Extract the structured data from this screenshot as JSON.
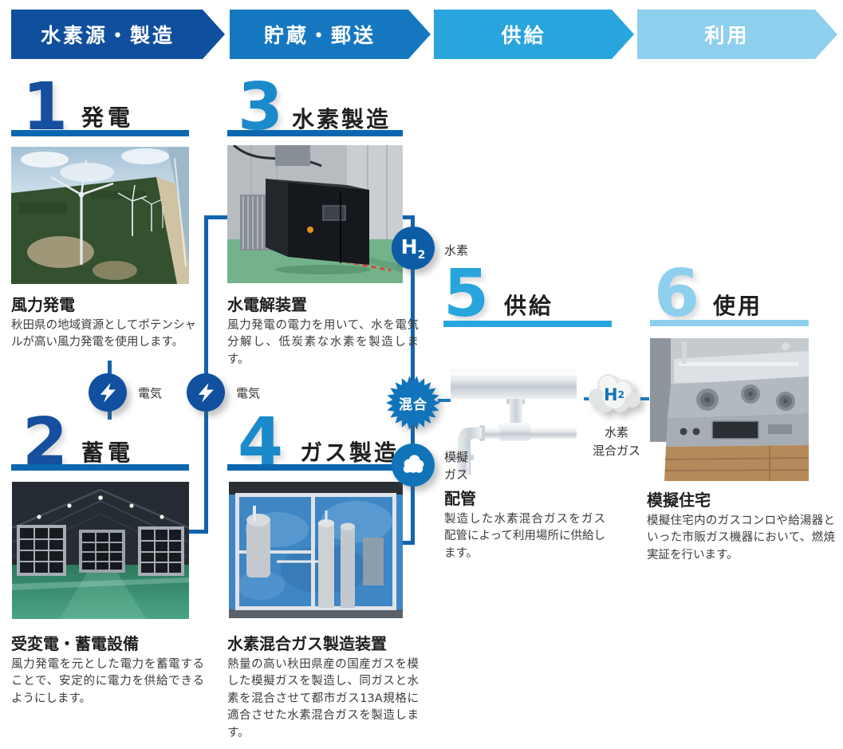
{
  "process_flow": {
    "stages": [
      {
        "label": "水素源・製造",
        "color": "#0f4f9e"
      },
      {
        "label": "貯蔵・郵送",
        "color": "#1677c1"
      },
      {
        "label": "供給",
        "color": "#29a5de"
      },
      {
        "label": "利用",
        "color": "#8ecfee"
      }
    ]
  },
  "steps": [
    {
      "number": "1",
      "title": "発電",
      "subtitle": "風力発電",
      "description": "秋田県の地域資源としてポテンシャルが高い風力発電を使用します。",
      "photo": "wind-farm-photo",
      "accent": "#164f9e"
    },
    {
      "number": "2",
      "title": "蓄電",
      "subtitle": "受変電・蓄電設備",
      "description": "風力発電を元とした電力を蓄電することで、安定的に電力を供給できるようにします。",
      "photo": "battery-storage-photo",
      "accent": "#164f9e"
    },
    {
      "number": "3",
      "title": "水素製造",
      "subtitle": "水電解装置",
      "description": "風力発電の電力を用いて、水を電気分解し、低炭素な水素を製造します。",
      "photo": "electrolyzer-photo",
      "accent": "#1b8aca"
    },
    {
      "number": "4",
      "title": "ガス製造",
      "subtitle": "水素混合ガス製造装置",
      "description": "熱量の高い秋田県産の国産ガスを模した模擬ガスを製造し、同ガスと水素を混合させて都市ガス13A規格に適合させた水素混合ガスを製造します。",
      "photo": "gas-mixing-plant-photo",
      "accent": "#1b8aca"
    },
    {
      "number": "5",
      "title": "供給",
      "subtitle": "配管",
      "description": "製造した水素混合ガスをガス配管によって利用場所に供給します。",
      "photo": "gas-pipe-illustration",
      "accent": "#29a5de"
    },
    {
      "number": "6",
      "title": "使用",
      "subtitle": "模擬住宅",
      "description": "模擬住宅内のガスコンロや給湯器といった市販ガス機器において、燃焼実証を行います。",
      "photo": "residential-stove-photo",
      "accent": "#8ecfee"
    }
  ],
  "connectors": {
    "electricity_1": {
      "label": "電気"
    },
    "electricity_2": {
      "label": "電気"
    },
    "hydrogen_badge": {
      "symbol": "H",
      "sub": "2",
      "label": "水素"
    },
    "mixing_badge": {
      "label": "混合"
    },
    "mock_gas_badge": {
      "label_line1": "模擬",
      "label_line2": "ガス"
    },
    "mixed_gas_cloud": {
      "symbol": "H",
      "sub": "2",
      "label_line1": "水素",
      "label_line2": "混合ガス"
    }
  },
  "colors": {
    "stage_source": "#0f4f9e",
    "stage_storage": "#1677c1",
    "stage_supply": "#29a5de",
    "stage_use": "#8ecfee",
    "underline_dark": "#0c67b1",
    "connector_line": "#1263ad",
    "badge_blue": "#1174ba",
    "hydrogen_circle": "#0c5da6",
    "electricity_circle": "#11509f"
  }
}
